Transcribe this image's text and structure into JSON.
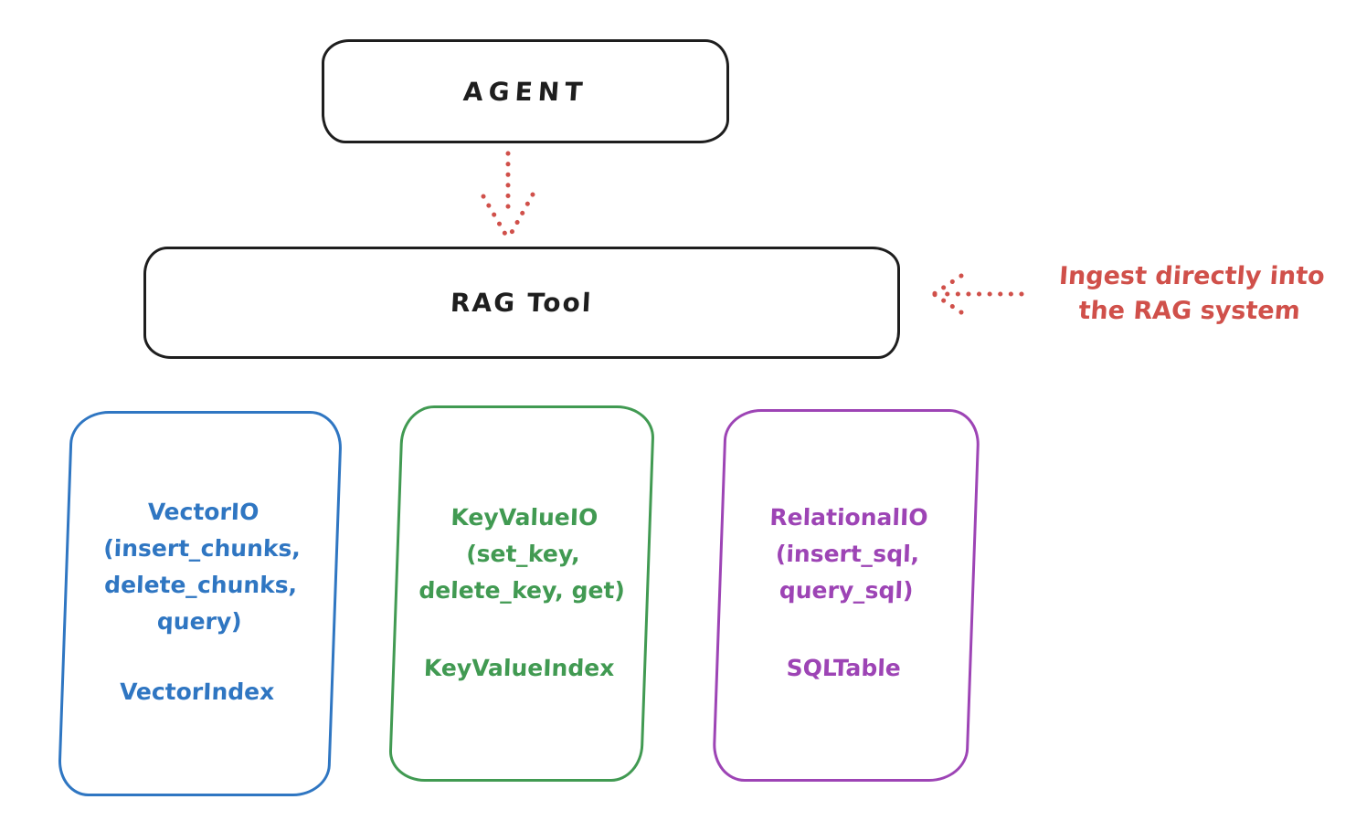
{
  "agent": {
    "label": "AGENT"
  },
  "rag_tool": {
    "label": "RAG Tool"
  },
  "annotation": {
    "line1": "Ingest directly into",
    "line2": "the RAG system"
  },
  "backends": [
    {
      "title": "VectorIO",
      "params": [
        "(insert_chunks,",
        "delete_chunks,",
        "query)"
      ],
      "index": "VectorIndex",
      "color": "#2f76c2"
    },
    {
      "title": "KeyValueIO",
      "params": [
        "(set_key,",
        "delete_key, get)"
      ],
      "index": "KeyValueIndex",
      "color": "#419a52"
    },
    {
      "title": "RelationalIO",
      "params": [
        "(insert_sql,",
        "query_sql)"
      ],
      "index": "SQLTable",
      "color": "#9d44b5"
    }
  ],
  "colors": {
    "outline_black": "#1e1e1e",
    "accent_red": "#d0504a",
    "vector_blue": "#2f76c2",
    "keyvalue_green": "#419a52",
    "relational_purple": "#9d44b5",
    "background": "#ffffff"
  }
}
